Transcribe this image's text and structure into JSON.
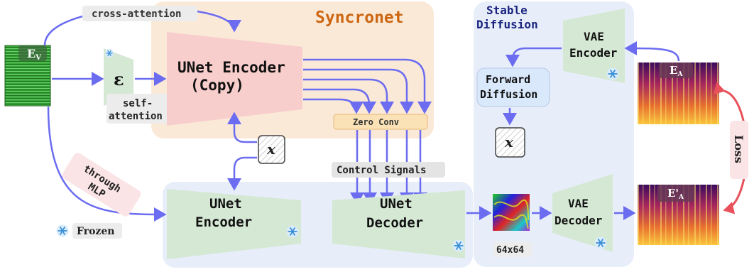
{
  "colors": {
    "syncronet_bg": "#fbe9d8",
    "stable_bg": "#e7eef9",
    "bottom_bg": "#e7eef9",
    "block_green": "#d5e8d4",
    "block_red": "#f8cecc",
    "zero_conv": "#fbe2b6",
    "arrow_blue": "#6b6cf0",
    "loss_red": "#e8515a",
    "loss_bg": "#fbe4e6",
    "syncronet_title": "#cc6611",
    "stable_title": "#1a237e",
    "label_bg": "#ececec",
    "forward_bg": "#dae8fc"
  },
  "labels": {
    "cross_attention": "cross-attention",
    "syncronet": "Syncronet",
    "stable_line1": "Stable",
    "stable_line2": "Diffusion",
    "ev_main": "E",
    "ev_sub": "V",
    "encoder_eps": "ε",
    "self_attention_line1": "self-",
    "self_attention_line2": "attention",
    "unet_encoder_copy_line1": "UNet Encoder",
    "unet_encoder_copy_line2": "(Copy)",
    "zero_conv": "Zero Conv",
    "control_signals": "Control Signals",
    "x_symbol": "x",
    "through_line1": "through",
    "through_line2": "MLP",
    "frozen": "Frozen",
    "unet_encoder_line1": "UNet",
    "unet_encoder_line2": "Encoder",
    "unet_decoder_line1": "UNet",
    "unet_decoder_line2": "Decoder",
    "vae_encoder_line1": "VAE",
    "vae_encoder_line2": "Encoder",
    "forward_line1": "Forward",
    "forward_line2": "Diffusion",
    "vae_decoder_line1": "VAE",
    "vae_decoder_line2": "Decoder",
    "latent_size": "64x64",
    "ea_main": "E",
    "ea_sub": "A",
    "ea_prime_main": "E'",
    "ea_prime_sub": "A",
    "loss": "Loss"
  },
  "icons": {
    "frozen": "snowflake-icon"
  }
}
